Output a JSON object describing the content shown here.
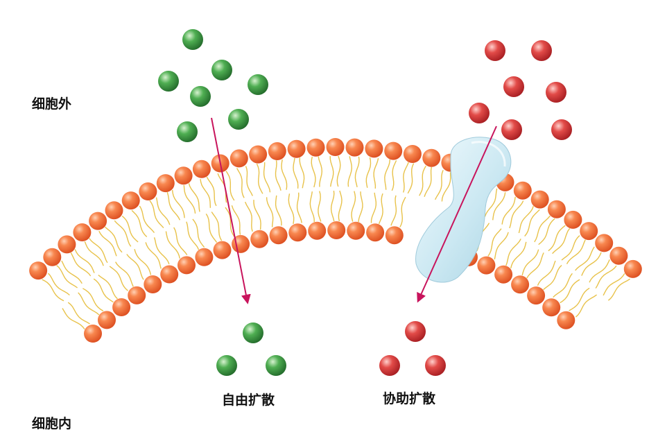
{
  "labels": {
    "outside": "细胞外",
    "inside": "细胞内",
    "free_diffusion": "自由扩散",
    "facilitated_diffusion": "协助扩散"
  },
  "colors": {
    "phospholipid_head": "#f26a3d",
    "lipid_tail": "#e8c24a",
    "green_molecule": "#3f9a45",
    "red_molecule": "#dd3a3a",
    "carrier_protein": "#cfe9f2",
    "arrow": "#c8145c"
  }
}
